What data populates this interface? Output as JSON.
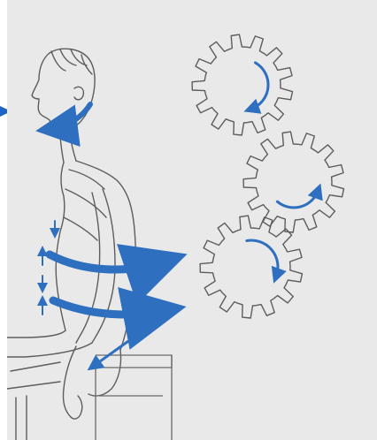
{
  "colors": {
    "background": "#ffffff",
    "panel": "#e9e9e9",
    "linework": "#5d5d5d",
    "arrow_blue": "#2f6fc0",
    "pointer_blue": "#1f63c4"
  },
  "icons": [
    "pointer-arrow-icon",
    "rotation-arrow-icon",
    "gear-icon"
  ],
  "gears": [
    {
      "name": "upper-gear",
      "rotation": "clockwise"
    },
    {
      "name": "middle-gear",
      "rotation": "counter-clockwise"
    },
    {
      "name": "lower-gear",
      "rotation": "clockwise"
    }
  ]
}
